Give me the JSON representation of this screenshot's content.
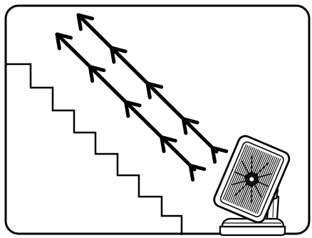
{
  "illustration": {
    "subject": "fan-airflow-up-stairs",
    "line_color": "#000000",
    "background_color": "#ffffff",
    "airflow_stream_count": 2,
    "stair_step_count": 8,
    "icons": [
      "staircase-icon",
      "airflow-arrow-icon",
      "fan-icon"
    ]
  }
}
